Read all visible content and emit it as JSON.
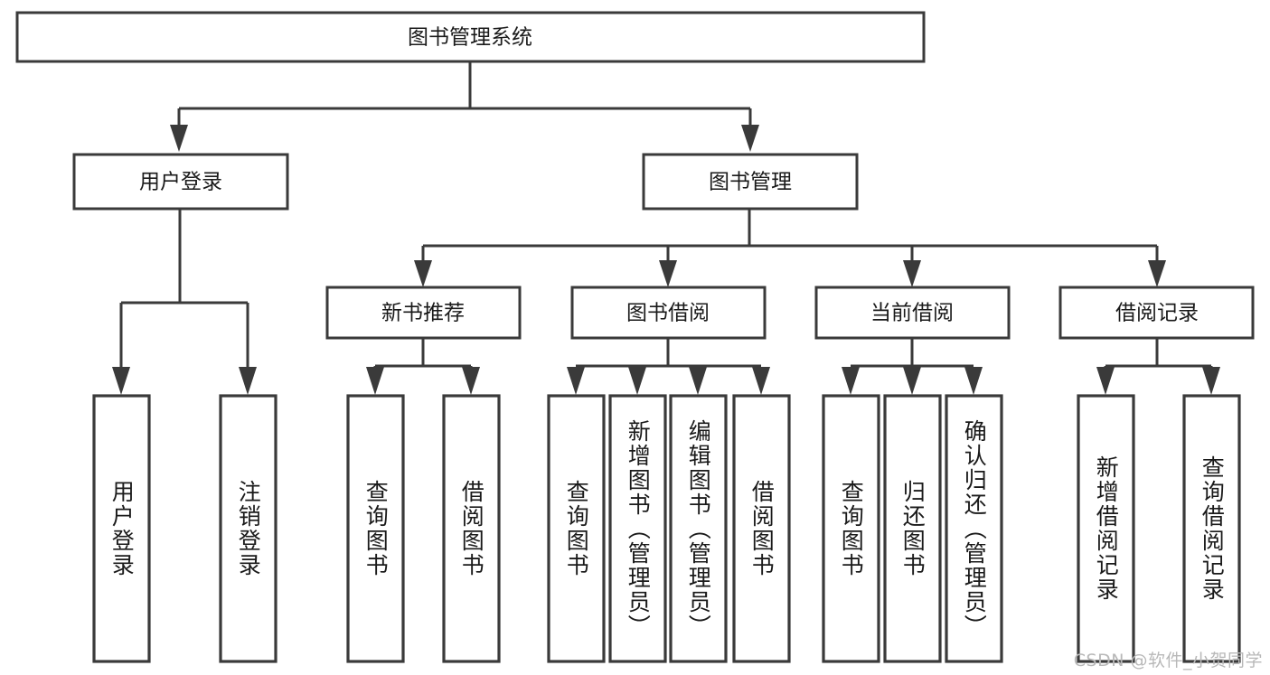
{
  "diagram": {
    "type": "tree",
    "title": "图书管理系统",
    "watermark": "CSDN @软件_小贺同学",
    "colors": {
      "stroke": "#3a3a3a",
      "fill": "#ffffff",
      "text": "#1a1a1a",
      "watermark": "#b8b8b8"
    },
    "root": {
      "label": "图书管理系统"
    },
    "level2": [
      {
        "label": "用户登录"
      },
      {
        "label": "图书管理"
      }
    ],
    "level3": [
      {
        "label": "新书推荐"
      },
      {
        "label": "图书借阅"
      },
      {
        "label": "当前借阅"
      },
      {
        "label": "借阅记录"
      }
    ],
    "leaves": {
      "user_login": [
        {
          "label": "用户登录"
        },
        {
          "label": "注销登录"
        }
      ],
      "new_book_recommend": [
        {
          "label": "查询图书"
        },
        {
          "label": "借阅图书"
        }
      ],
      "book_borrow": [
        {
          "label": "查询图书"
        },
        {
          "label": "新增图书（管理员）"
        },
        {
          "label": "编辑图书（管理员）"
        },
        {
          "label": "借阅图书"
        }
      ],
      "current_borrow": [
        {
          "label": "查询图书"
        },
        {
          "label": "归还图书"
        },
        {
          "label": "确认归还（管理员）"
        }
      ],
      "borrow_record": [
        {
          "label": "新增借阅记录"
        },
        {
          "label": "查询借阅记录"
        }
      ]
    }
  }
}
